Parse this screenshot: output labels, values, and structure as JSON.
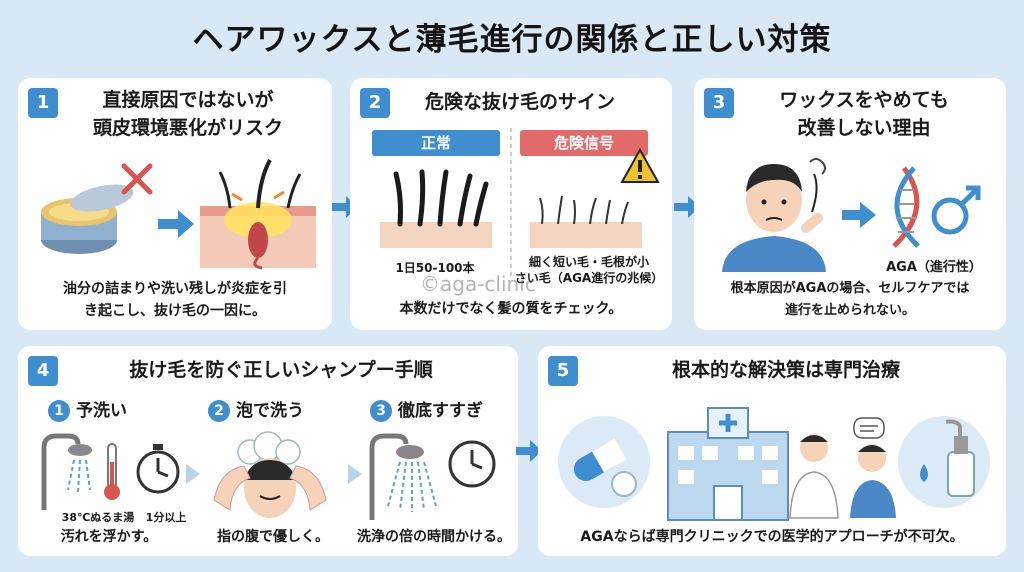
{
  "title": "ヘアワックスと薄毛進行の関係と正しい対策",
  "watermark": "©aga-clinic",
  "panel1": {
    "number": "1",
    "title_line1": "直接原因ではないが",
    "title_line2": "頭皮環境悪化がリスク",
    "caption_line1": "油分の詰まりや洗い残しが炎症を引",
    "caption_line2": "き起こし、抜け毛の一因に。"
  },
  "panel2": {
    "number": "2",
    "title": "危険な抜け毛のサイン",
    "normal_tag": "正常",
    "danger_tag": "危険信号",
    "normal_label": "1日50-100本",
    "danger_label_line1": "細く短い毛・毛根が小",
    "danger_label_line2": "さい毛（AGA進行の兆候）",
    "caption": "本数だけでなく髪の質をチェック。",
    "colors": {
      "normal": "#3f8fd0",
      "danger": "#e26a6a"
    }
  },
  "panel3": {
    "number": "3",
    "title_line1": "ワックスをやめても",
    "title_line2": "改善しない理由",
    "aga_label": "AGA（進行性）",
    "caption_line1": "根本原因がAGAの場合、セルフケアでは",
    "caption_line2": "進行を止められない。"
  },
  "panel4": {
    "number": "4",
    "title": "抜け毛を防ぐ正しいシャンプー手順",
    "steps": [
      {
        "num": "1",
        "label": "予洗い",
        "detail1": "38℃ぬるま湯",
        "detail2": "1分以上",
        "caption": "汚れを浮かす。"
      },
      {
        "num": "2",
        "label": "泡で洗う",
        "caption": "指の腹で優しく。"
      },
      {
        "num": "3",
        "label": "徹底すすぎ",
        "caption": "洗浄の倍の時間かける。"
      }
    ]
  },
  "panel5": {
    "number": "5",
    "title": "根本的な解決策は専門治療",
    "caption": "AGAならば専門クリニックでの医学的アプローチが不可欠。"
  },
  "colors": {
    "accent": "#3f8fd0",
    "background": "#d8e8f4",
    "warning": "#f2c12e"
  }
}
